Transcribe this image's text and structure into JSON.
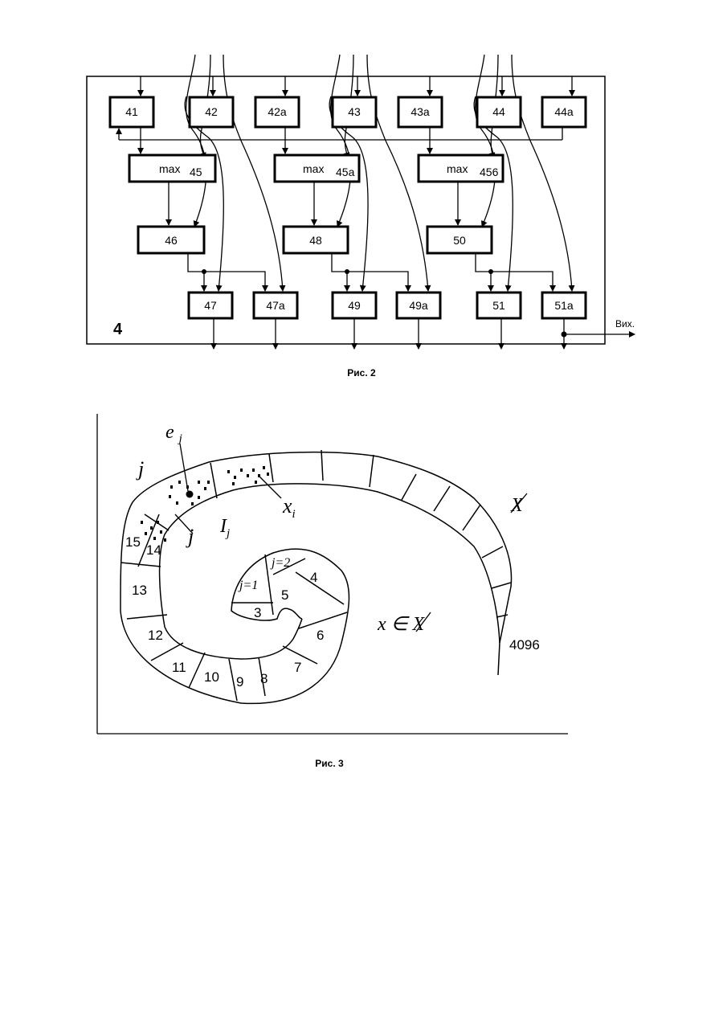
{
  "figure2": {
    "module_label": "4",
    "output_label": "Вих.",
    "caption": "Рис. 2",
    "row1": [
      "41",
      "42",
      "42a",
      "43",
      "43a",
      "44",
      "44a"
    ],
    "max_blocks": [
      {
        "text": "max",
        "num": "45"
      },
      {
        "text": "max",
        "num": "45a"
      },
      {
        "text": "max",
        "num": "456"
      }
    ],
    "row3": [
      "46",
      "48",
      "50"
    ],
    "row4": [
      "47",
      "47a",
      "49",
      "49a",
      "51",
      "51a"
    ]
  },
  "figure3": {
    "caption": "Рис. 3",
    "label_ej_base": "e",
    "label_ej_sub": "j",
    "label_j_outer": "j",
    "label_j_inner": "j",
    "label_xi_base": "x",
    "label_xi_sub": "i",
    "label_Ij_base": "I",
    "label_Ij_sub": "j",
    "label_X": "X",
    "label_x_in_X": "x ∈ X",
    "label_4096": "4096",
    "label_j1": "j=1",
    "label_j2": "j=2",
    "segments": [
      "3",
      "4",
      "5",
      "6",
      "7",
      "8",
      "9",
      "10",
      "11",
      "12",
      "13",
      "14",
      "15"
    ]
  }
}
